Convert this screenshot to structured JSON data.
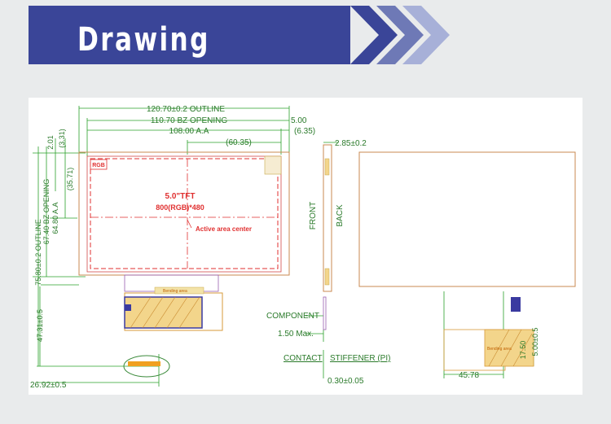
{
  "header": {
    "title": "Drawing",
    "accent_color": "#3a4598"
  },
  "drawing": {
    "front_view": {
      "outline_width": "120.70±0.2 OUTLINE",
      "bz_opening_width": "110.70 BZ OPENING",
      "active_area_width": "108.00 A.A",
      "center_offset_x": "(60.35)",
      "right_margin_1": "5.00",
      "right_margin_2": "(6.35)",
      "top_margin_1": "2.01",
      "top_margin_2": "(3.31)",
      "outline_height": "75.80±0.2 OUTLINE",
      "bz_opening_height": "67.40 BZ OPENING",
      "active_area_height": "64.80 A.A",
      "center_offset_y": "(35.71)",
      "fpc_length": "47.31±0.5",
      "fpc_offset": "26.92±0.5",
      "rgb_label": "RGB",
      "panel_size": "5.0\"TFT",
      "resolution": "800(RGB)*480",
      "active_center": "Active area center",
      "bending_area": "Bending area"
    },
    "side_view": {
      "thickness": "2.85±0.2",
      "front_label": "FRONT",
      "back_label": "BACK",
      "component_label": "COMPONENT",
      "component_height": "1.50 Max.",
      "contact_label": "CONTACT",
      "stiffener_label": "STIFFENER (PI)",
      "stiffener_thickness": "0.30±0.05"
    },
    "back_view": {
      "bending_area": "Bending area",
      "dim_17_50": "17.50",
      "dim_5_00": "5.00±0.5",
      "fpc_width": "45.78"
    }
  }
}
